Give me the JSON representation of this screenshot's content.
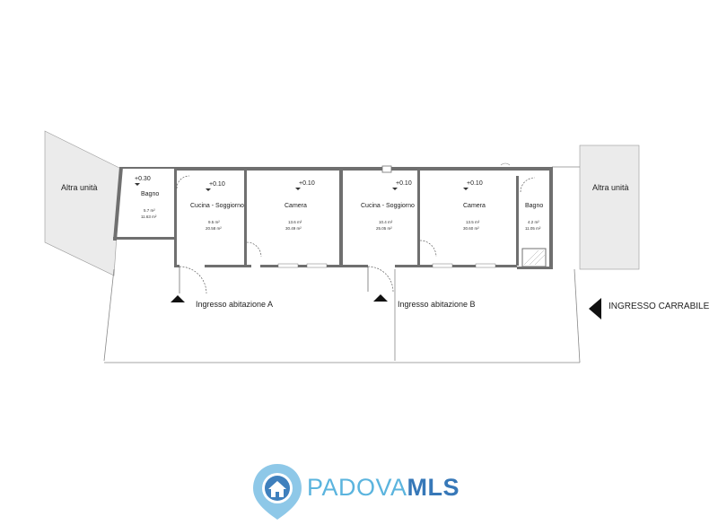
{
  "neighbors": {
    "left": "Altra unità",
    "right": "Altra unità"
  },
  "rooms": [
    {
      "name": "Bagno",
      "level": "+0.30",
      "net": "5.7 m²",
      "gross": "11.63 m²"
    },
    {
      "name": "Cucina - Soggiorno",
      "level": "+0.10",
      "net": "9.5 m²",
      "gross": "20.58 m²"
    },
    {
      "name": "Camera",
      "level": "+0.10",
      "net": "13.6 m²",
      "gross": "30.49 m²"
    },
    {
      "name": "Cucina - Soggiorno",
      "level": "+0.10",
      "net": "10.4 m²",
      "gross": "25.05 m²"
    },
    {
      "name": "Camera",
      "level": "+0.10",
      "net": "13.5 m²",
      "gross": "30.60 m²"
    },
    {
      "name": "Bagno",
      "level": "",
      "net": "4.2 m²",
      "gross": "11.05 m²"
    }
  ],
  "entrances": {
    "a": "Ingresso abitazione A",
    "b": "Ingresso abitazione B",
    "driveway": "INGRESSO CARRABILE"
  },
  "logo": {
    "part1": "PADOVA",
    "part2": "MLS",
    "colors": {
      "light": "#5bb4de",
      "dark": "#3778b8"
    }
  }
}
